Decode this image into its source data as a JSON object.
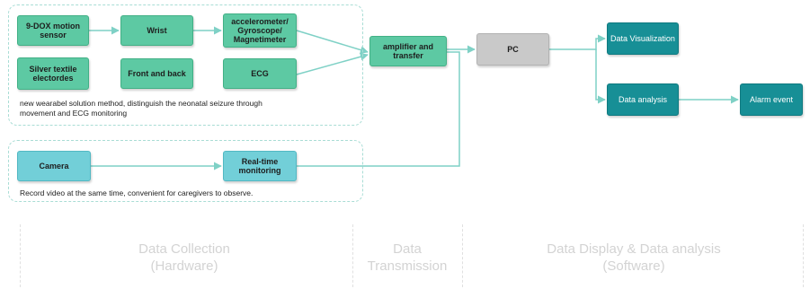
{
  "nodes": {
    "dox_sensor": "9-DOX motion sensor",
    "wrist": "Wrist",
    "accel": "accelerometer/ Gyroscope/ Magnetimeter",
    "silver": "Silver textile electordes",
    "front_back": "Front and back",
    "ecg": "ECG",
    "camera": "Camera",
    "realtime": "Real-time monitoring",
    "amplifier": "amplifier and transfer",
    "pc": "PC",
    "data_vis": "Data Visualization",
    "data_analysis": "Data analysis",
    "alarm": "Alarm event"
  },
  "notes": {
    "wearable": "new wearabel solution method, distinguish the neonatal seizure through movement and ECG monitoring",
    "video": "Record video at the same time, convenient for caregivers to observe."
  },
  "phases": {
    "collection": "Data Collection (Hardware)",
    "transmission": "Data Transmission",
    "display": "Data Display & Data analysis (Software)"
  },
  "colors": {
    "green_node": "#5dc9a3",
    "camera_node": "#72cfd8",
    "pc_node": "#c9c9c9",
    "software_node": "#178f96",
    "connector": "#7fd1c6",
    "phase_text": "#d3d3d3"
  }
}
